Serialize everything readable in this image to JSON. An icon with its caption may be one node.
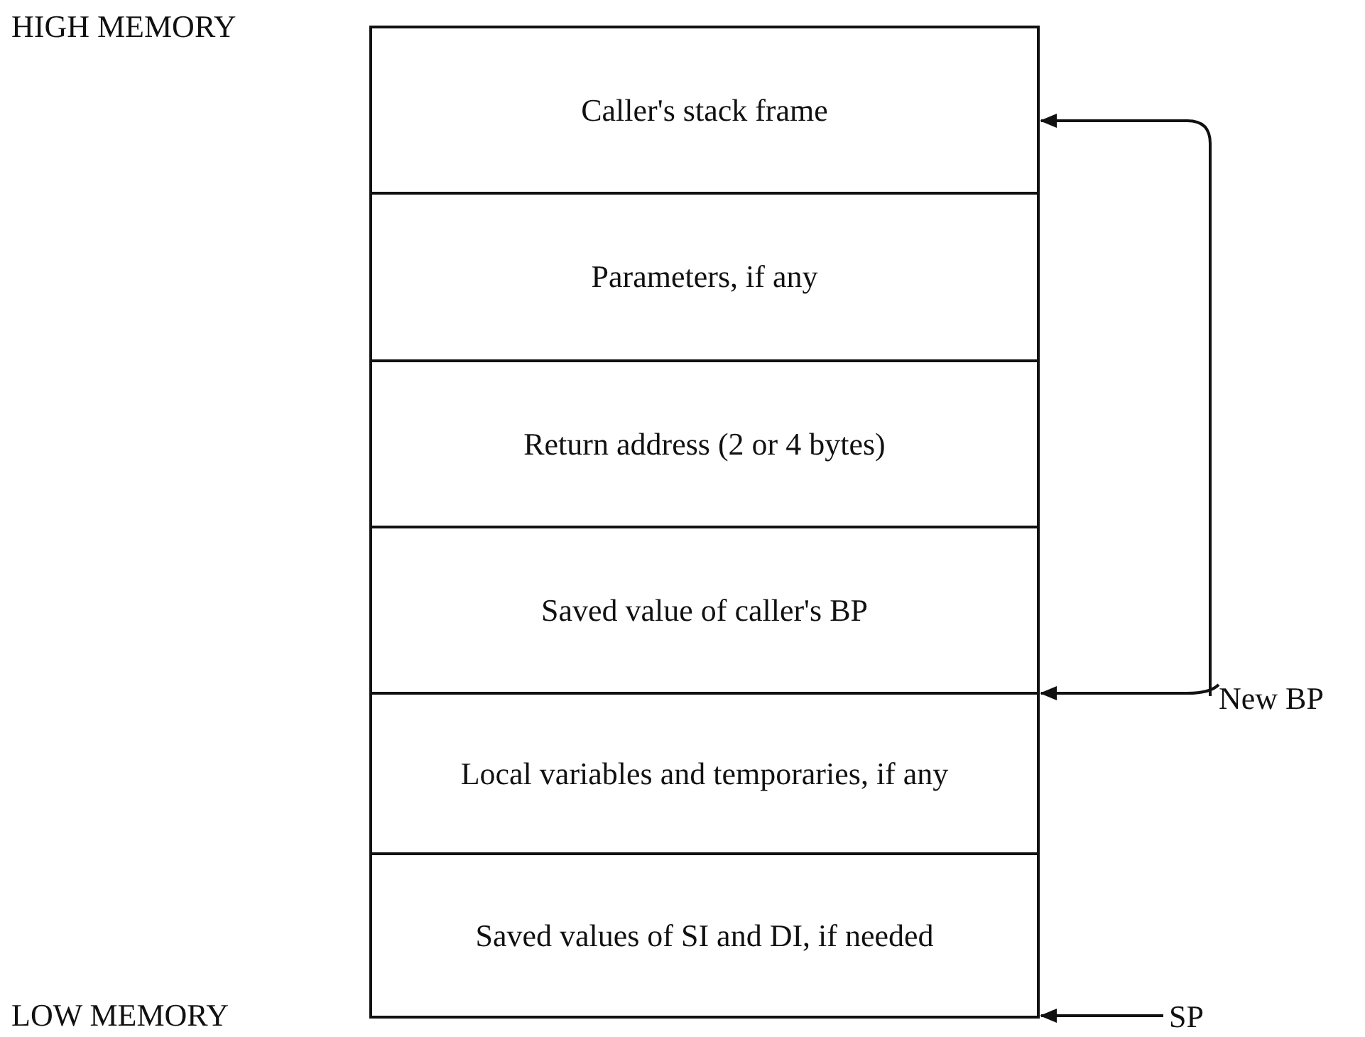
{
  "diagram": {
    "nodes": [
      {
        "text": [
          "Caller's stack frame"
        ]
      },
      {
        "text": [
          "Parameters, if any"
        ]
      },
      {
        "text": [
          "Return address (2 or 4 bytes)"
        ]
      },
      {
        "text": [
          "Saved value of caller's BP"
        ]
      },
      {
        "text": [
          "Local variables and temporaries, if any"
        ]
      },
      {
        "text": [
          "Saved values of SI and DI, if needed"
        ]
      },
      {
        "text": [
          "New BP"
        ]
      },
      {
        "text": [
          "SP"
        ]
      }
    ],
    "edges": [
      {
        "from": 6,
        "to": 0,
        "arrow": "to"
      },
      {
        "from": 6,
        "to": 3,
        "arrow": "to"
      },
      {
        "from": 7,
        "to": 5,
        "arrow": "to"
      }
    ],
    "labels": [
      "HIGH MEMORY",
      "LOW MEMORY"
    ]
  }
}
